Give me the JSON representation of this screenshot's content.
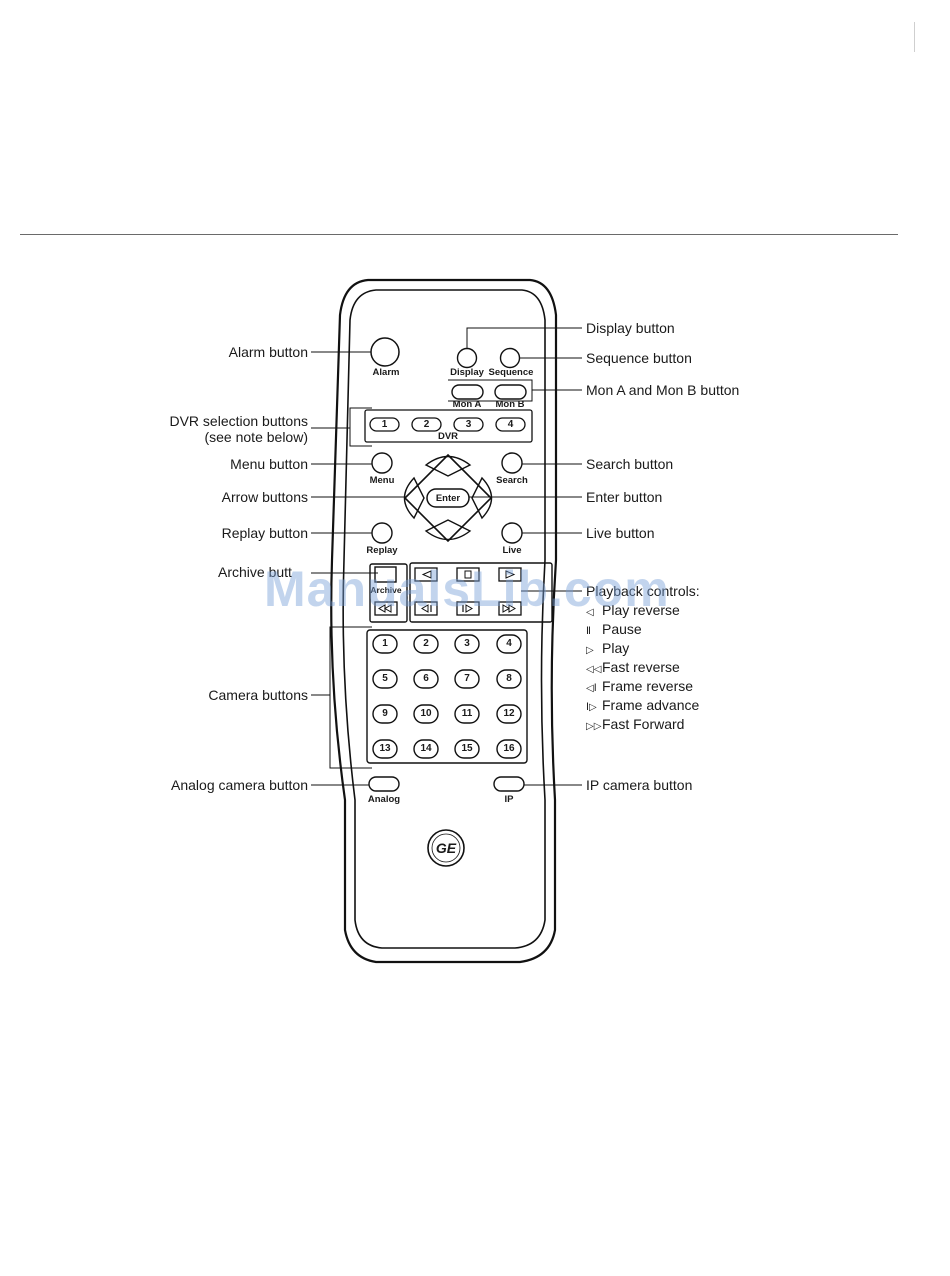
{
  "callouts": {
    "display_button": "Display button",
    "sequence_button": "Sequence button",
    "mon_ab_button": "Mon A and Mon B button",
    "search_button": "Search button",
    "enter_button": "Enter button",
    "live_button": "Live button",
    "ip_camera_button": "IP camera button",
    "alarm_button": "Alarm button",
    "dvr_selection_line1": "DVR selection buttons",
    "dvr_selection_line2": "(see note below)",
    "menu_button": "Menu button",
    "arrow_buttons": "Arrow buttons",
    "replay_button": "Replay button",
    "archive_button": "Archive butt",
    "camera_buttons": "Camera buttons",
    "analog_camera_button": "Analog camera button",
    "playback_controls": "Playback controls:"
  },
  "playback_legend": [
    {
      "symbol": "◁",
      "label": "Play reverse"
    },
    {
      "symbol": "Ⅱ",
      "label": "Pause"
    },
    {
      "symbol": "▷",
      "label": "Play"
    },
    {
      "symbol": "◁◁",
      "label": "Fast reverse"
    },
    {
      "symbol": "◁Ⅰ",
      "label": "Frame reverse"
    },
    {
      "symbol": "Ⅰ▷",
      "label": "Frame advance"
    },
    {
      "symbol": "▷▷",
      "label": "Fast Forward"
    }
  ],
  "remote": {
    "alarm": "Alarm",
    "display": "Display",
    "sequence": "Sequence",
    "mon_a": "Mon A",
    "mon_b": "Mon B",
    "dvr_label": "DVR",
    "dvr_numbers": [
      "1",
      "2",
      "3",
      "4"
    ],
    "menu": "Menu",
    "search": "Search",
    "enter": "Enter",
    "replay": "Replay",
    "live": "Live",
    "archive": "Archive",
    "camera_numbers": [
      "1",
      "2",
      "3",
      "4",
      "5",
      "6",
      "7",
      "8",
      "9",
      "10",
      "11",
      "12",
      "13",
      "14",
      "15",
      "16"
    ],
    "analog": "Analog",
    "ip": "IP",
    "logo": "GE"
  },
  "watermark": "ManualsLib.com"
}
